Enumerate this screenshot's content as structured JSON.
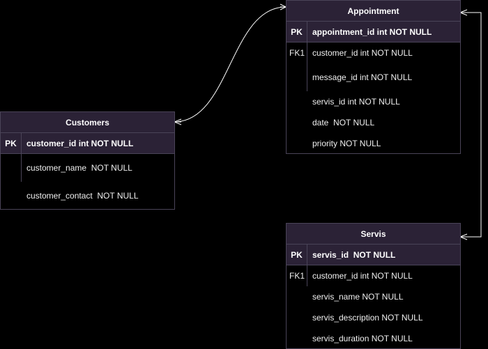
{
  "colors": {
    "background": "#000000",
    "header_fill": "#2b2236",
    "border": "#4a4458",
    "line": "#ffffff"
  },
  "tables": {
    "customers": {
      "title": "Customers",
      "pk": {
        "key": "PK",
        "field": "customer_id int NOT NULL"
      },
      "rows": [
        {
          "key": "",
          "field": "customer_name  NOT NULL"
        },
        {
          "key": "",
          "field": "customer_contact  NOT NULL"
        }
      ]
    },
    "appointment": {
      "title": "Appointment",
      "pk": {
        "key": "PK",
        "field": "appointment_id int NOT NULL"
      },
      "rows": [
        {
          "key": "FK1",
          "field": "customer_id int NOT NULL"
        },
        {
          "key": "",
          "field": "message_id int NOT NULL"
        },
        {
          "key": "",
          "field": "servis_id int NOT NULL"
        },
        {
          "key": "",
          "field": "date  NOT NULL"
        },
        {
          "key": "",
          "field": "priority NOT NULL"
        }
      ]
    },
    "servis": {
      "title": "Servis",
      "pk": {
        "key": "PK",
        "field": "servis_id  NOT NULL"
      },
      "rows": [
        {
          "key": "FK1",
          "field": "customer_id int NOT NULL"
        },
        {
          "key": "",
          "field": "servis_name NOT NULL"
        },
        {
          "key": "",
          "field": "servis_description NOT NULL"
        },
        {
          "key": "",
          "field": "servis_duration NOT NULL"
        }
      ]
    }
  },
  "relationships": [
    {
      "from": "Customers",
      "to": "Appointment"
    },
    {
      "from": "Appointment",
      "to": "Servis"
    }
  ]
}
